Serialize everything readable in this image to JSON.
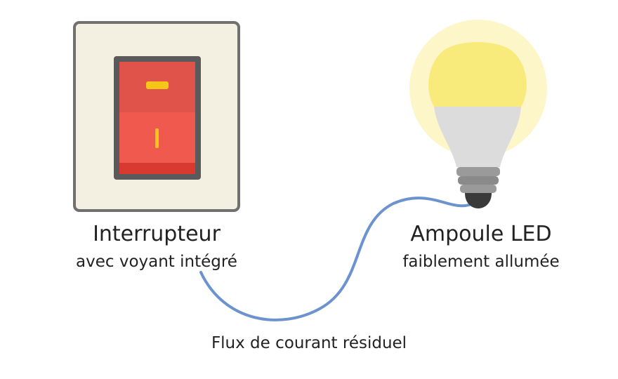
{
  "switch": {
    "title": "Interrupteur",
    "subtitle": "avec voyant intégré"
  },
  "bulb": {
    "title": "Ampoule LED",
    "subtitle": "faiblement allumée"
  },
  "wire": {
    "caption": "Flux de courant résiduel"
  },
  "colors": {
    "switch_plate": "#f3efe1",
    "switch_border": "#707070",
    "rocker_top": "#e0534a",
    "rocker_bottom": "#f05a4e",
    "indicator": "#f5c518",
    "bulb_glass": "#f9ea7c",
    "bulb_glow": "#fdf6c9",
    "bulb_neck": "#dcdcdc",
    "bulb_base": "#9a9a9a",
    "wire": "#6d93cf"
  }
}
